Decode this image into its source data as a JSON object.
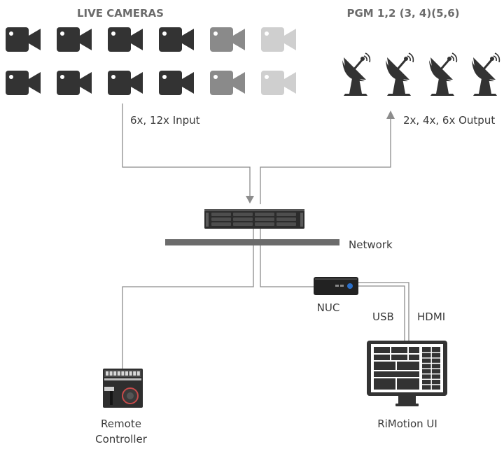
{
  "headings": {
    "cameras": "LIVE CAMERAS",
    "program": "PGM 1,2 (3, 4)(5,6)"
  },
  "labels": {
    "input": "6x, 12x Input",
    "output": "2x, 4x, 6x Output",
    "network": "Network",
    "nuc": "NUC",
    "usb": "USB",
    "hdmi": "HDMI",
    "remote_line1": "Remote",
    "remote_line2": "Controller",
    "ui": "RiMotion UI"
  },
  "cameras": {
    "rows": 2,
    "per_row": 6,
    "fills": [
      "#333333",
      "#333333",
      "#333333",
      "#333333",
      "#8a8a8a",
      "#cfcfcf"
    ],
    "icon": "video-camera-icon"
  },
  "satellites": {
    "count": 4,
    "icon": "satellite-dish-icon",
    "color": "#333333"
  },
  "colors": {
    "line": "#8c8c8c",
    "network_bar": "#6b6b6b",
    "text": "#3a3a3a",
    "heading": "#6b6b6b",
    "dark": "#333333",
    "accent": "#2a6fc9"
  }
}
